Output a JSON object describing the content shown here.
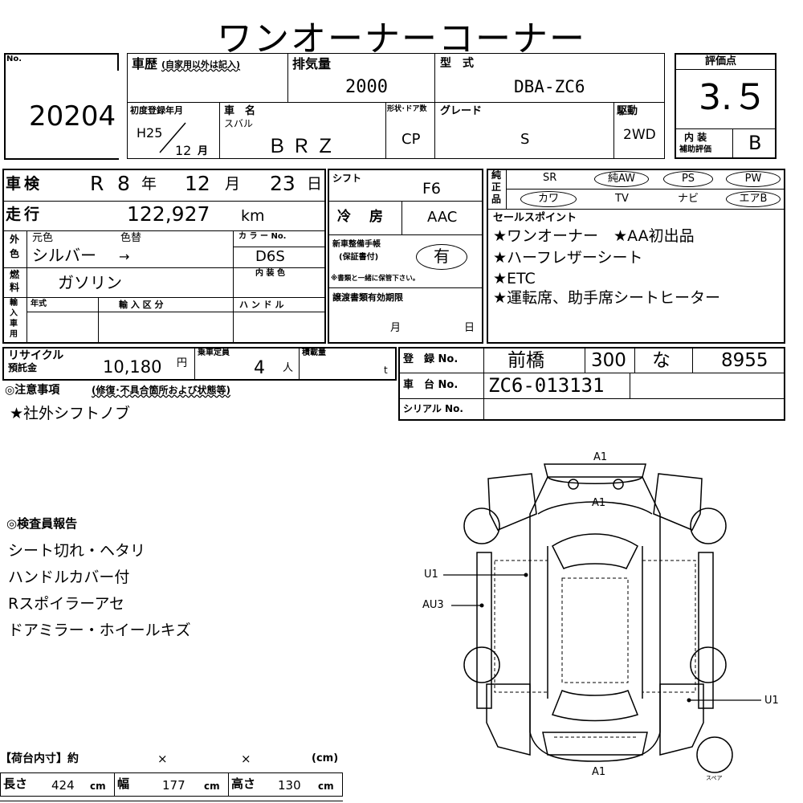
{
  "sheet": {
    "title": "ワンオーナーコーナー"
  },
  "header": {
    "no_label": "No.",
    "no_value": "20204",
    "history_label": "車歴",
    "history_note": "(自家用以外は記入)",
    "displacement_label": "排気量",
    "displacement_value": "2000",
    "model_label": "型　式",
    "model_value": "DBA-ZC6",
    "first_reg_label": "初度登録年月",
    "first_reg_era": "H25",
    "first_reg_month": "12",
    "first_reg_month_unit": "月",
    "car_name_label": "車　名",
    "car_maker": "スバル",
    "car_name": "ＢＲＺ",
    "body_doors_label": "形状･ドア数",
    "body_value": "CP",
    "grade_label": "グレード",
    "grade_value": "S",
    "drive_label": "駆動",
    "drive_value": "2WD",
    "score_label": "評価点",
    "score_value": "3.５",
    "interior_label_1": "内 装",
    "interior_label_2": "補助評価",
    "interior_value": "B"
  },
  "inspection": {
    "label": "車検",
    "era": "R",
    "year": "8",
    "year_unit": "年",
    "month": "12",
    "month_unit": "月",
    "day": "23",
    "day_unit": "日"
  },
  "shift": {
    "label": "シフト",
    "value": "F6"
  },
  "equipment": {
    "label_1": "純",
    "label_2": "正",
    "label_3": "品",
    "row1": [
      "SR",
      "純AW",
      "PS",
      "PW"
    ],
    "row2": [
      "カワ",
      "TV",
      "ナビ",
      "エアB"
    ]
  },
  "mileage": {
    "label": "走行",
    "value": "122,927",
    "unit": "km"
  },
  "ac": {
    "label": "冷　房",
    "value": "AAC"
  },
  "sales_points": {
    "label": "セールスポイント",
    "lines": [
      "★ワンオーナー　★AA初出品",
      "★ハーフレザーシート",
      "★ETC",
      "★運転席、助手席シートヒーター"
    ]
  },
  "color": {
    "side_1": "外",
    "side_2": "色",
    "original_label": "元色",
    "repaint_label": "色替",
    "color_no_label": "カ ラ ー No.",
    "original_value": "シルバー",
    "arrow": "→",
    "color_no_value": "D6S"
  },
  "manual": {
    "label_1": "新車整備手帳",
    "label_2": "(保証書付)",
    "value": "有",
    "note": "※書類と一緒に保管下さい。"
  },
  "fuel": {
    "side_1": "燃",
    "side_2": "料",
    "value": "ガソリン",
    "interior_color_label": "内 装 色"
  },
  "import": {
    "side_1": "輸",
    "side_2": "入",
    "side_3": "車",
    "side_4": "用",
    "year_label": "年式",
    "category_label": "輸 入 区 分",
    "handle_label": "ハ ン ド ル"
  },
  "transfer_docs": {
    "label": "譲渡書類有効期限",
    "month_unit": "月",
    "day_unit": "日"
  },
  "recycle": {
    "label_1": "リサイクル",
    "label_2": "預託金",
    "value": "10,180",
    "unit": "円"
  },
  "capacity": {
    "label": "乗車定員",
    "value": "4",
    "unit": "人"
  },
  "load": {
    "label": "積載量",
    "unit": "t"
  },
  "registration": {
    "label": "登　録 No.",
    "place": "前橋",
    "class_no": "300",
    "kana": "な",
    "number": "8955"
  },
  "chassis": {
    "label": "車　台 No.",
    "value": "ZC6-013131"
  },
  "serial": {
    "label": "シリアル No."
  },
  "notes": {
    "label": "◎注意事項",
    "sublabel": "(修復･不具合箇所および状態等)",
    "lines": [
      "★社外シフトノブ"
    ]
  },
  "inspector_report": {
    "label": "◎検査員報告",
    "lines": [
      "シート切れ・ヘタリ",
      "ハンドルカバー付",
      "Rスポイラーアセ",
      "ドアミラー・ホイールキズ"
    ]
  },
  "cargo": {
    "label": "【荷台内寸】約",
    "times_1": "×",
    "times_2": "×",
    "unit_paren": "(cm)",
    "length_label": "長さ",
    "length_value": "424",
    "width_label": "幅",
    "width_value": "177",
    "height_label": "高さ",
    "height_value": "130",
    "unit": "cm"
  },
  "diagram": {
    "marks": {
      "front_top": "A1",
      "front_hood": "A1",
      "left_u": "U1",
      "left_au": "AU3",
      "right_u": "U1",
      "rear": "A1"
    },
    "spare_label": "スペア"
  }
}
